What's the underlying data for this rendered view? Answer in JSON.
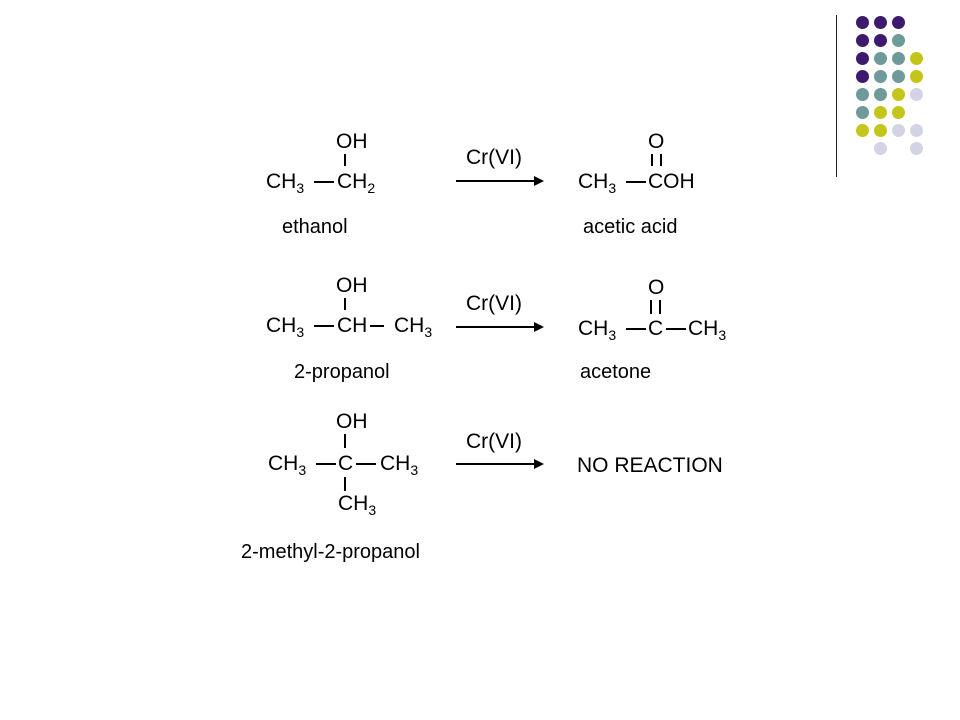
{
  "palette": {
    "purple": "#3e1a6e",
    "teal": "#6e9a9a",
    "olive": "#c4c51a",
    "lavender": "#d3d3e6"
  },
  "decor_grid": [
    [
      "purple",
      "purple",
      "purple",
      null
    ],
    [
      "purple",
      "purple",
      "teal",
      null
    ],
    [
      "purple",
      "teal",
      "teal",
      "olive"
    ],
    [
      "purple",
      "teal",
      "teal",
      "olive"
    ],
    [
      "teal",
      "teal",
      "olive",
      "lavender"
    ],
    [
      "teal",
      "olive",
      "olive",
      null
    ],
    [
      "olive",
      "olive",
      "lavender",
      "lavender"
    ],
    [
      null,
      "lavender",
      null,
      "lavender"
    ]
  ],
  "reactions": [
    {
      "reactant": {
        "oh": "OH",
        "ch3": "CH",
        "ch3_sub": "3",
        "c_main": "CH",
        "c_main_sub": "2",
        "name": "ethanol"
      },
      "reagent": "Cr(VI)",
      "product": {
        "o": "O",
        "ch3": "CH",
        "ch3_sub": "3",
        "group": "COH",
        "name": "acetic acid"
      }
    },
    {
      "reactant": {
        "oh": "OH",
        "ch3": "CH",
        "ch3_sub": "3",
        "c_main": "CH",
        "right_ch3": "CH",
        "right_sub": "3",
        "name": "2-propanol"
      },
      "reagent": "Cr(VI)",
      "product": {
        "o": "O",
        "ch3": "CH",
        "ch3_sub": "3",
        "c_main": "C",
        "right_ch3": "CH",
        "right_sub": "3",
        "name": "acetone"
      }
    },
    {
      "reactant": {
        "oh": "OH",
        "ch3": "CH",
        "ch3_sub": "3",
        "c_main": "C",
        "right_ch3": "CH",
        "right_sub": "3",
        "bottom_ch3": "CH",
        "bottom_sub": "3",
        "name": "2-methyl-2-propanol"
      },
      "reagent": "Cr(VI)",
      "product": {
        "text": "NO REACTION"
      }
    }
  ]
}
